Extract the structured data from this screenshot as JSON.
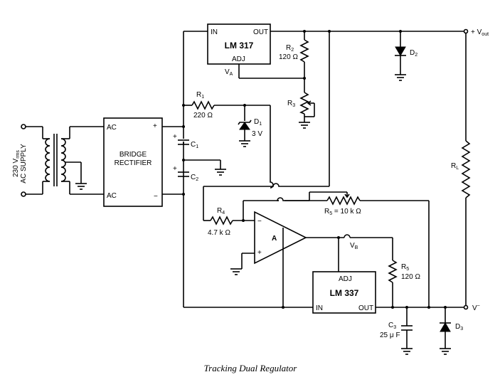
{
  "caption": "Tracking Dual Regulator",
  "supply": {
    "line1": "230 V",
    "sub": "rms",
    "line2": "AC SUPPLY"
  },
  "rectifier": {
    "line1": "BRIDGE",
    "line2": "RECTIFIER",
    "ac_top": "AC",
    "ac_bottom": "AC",
    "plus": "+",
    "minus": "−"
  },
  "lm317": {
    "name": "LM 317",
    "in": "IN",
    "out": "OUT",
    "adj": "ADJ"
  },
  "lm337": {
    "name": "LM 337",
    "in": "IN",
    "out": "OUT",
    "adj": "ADJ"
  },
  "opamp": {
    "name": "A",
    "minus": "−",
    "plus": "+"
  },
  "nodes": {
    "va": "V",
    "va_sub": "A",
    "vb": "V",
    "vb_sub": "B",
    "vout": "+ V",
    "vout_sub": "out",
    "vneg": "V",
    "vneg_sup": "−"
  },
  "components": {
    "r1": {
      "name": "R",
      "sub": "1",
      "value": "220 Ω"
    },
    "r2": {
      "name": "R",
      "sub": "2",
      "value": "120 Ω"
    },
    "r3": {
      "name": "R",
      "sub": "3"
    },
    "r4": {
      "name": "R",
      "sub": "4",
      "value": "4.7 k Ω"
    },
    "r5_pot": {
      "text": "R",
      "sub": "5",
      "value": " = 10 k Ω"
    },
    "r5": {
      "name": "R",
      "sub": "5",
      "value": "120 Ω"
    },
    "rl": {
      "name": "R",
      "sub": "L"
    },
    "d1": {
      "name": "D",
      "sub": "1",
      "value": "3 V"
    },
    "d2": {
      "name": "D",
      "sub": "2"
    },
    "d3": {
      "name": "D",
      "sub": "3"
    },
    "c1": {
      "name": "C",
      "sub": "1"
    },
    "c2": {
      "name": "C",
      "sub": "2"
    },
    "c3": {
      "name": "C",
      "sub": "3",
      "value": "25 μ F"
    }
  }
}
